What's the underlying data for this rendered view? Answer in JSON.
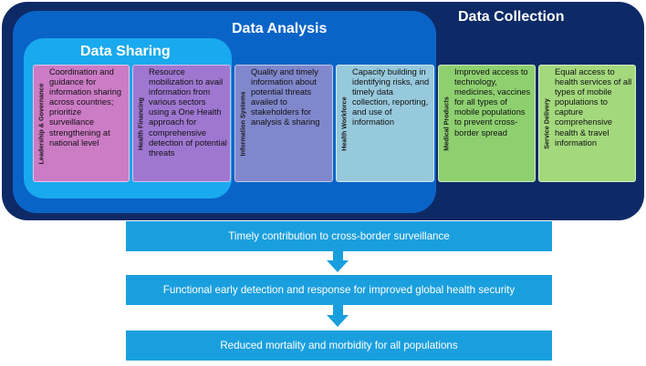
{
  "layers": {
    "collection_title": "Data Collection",
    "analysis_title": "Data Analysis",
    "sharing_title": "Data Sharing"
  },
  "pillars": [
    {
      "label": "Leadership & Governance",
      "text": "Coordination and guidance for information sharing across countries; prioritize surveillance strengthening at national level",
      "color": "#cc7bc5"
    },
    {
      "label": "Health Financing",
      "text": "Resource mobilization to avail information from various sectors using a One Health approach for comprehensive detection of potential threats",
      "color": "#9f77d1"
    },
    {
      "label": "Information Systems",
      "text": "Quality and timely information about potential threats availed to stakeholders for analysis & sharing",
      "color": "#8087cc"
    },
    {
      "label": "Health Workforce",
      "text": "Capacity building in identifying risks, and timely data collection, reporting, and use of information",
      "color": "#97c9dc"
    },
    {
      "label": "Medical Products",
      "text": "Improved access to technology, medicines, vaccines for all types of mobile populations to prevent cross-border spread",
      "color": "#8ed070"
    },
    {
      "label": "Service Delivery",
      "text": "Equal access to health services of all types of mobile populations to capture comprehensive health & travel information",
      "color": "#a4d87d"
    }
  ],
  "outcomes": [
    "Timely contribution to cross-border surveillance",
    "Functional early detection and response for improved global health security",
    "Reduced mortality and morbidity for all populations"
  ]
}
